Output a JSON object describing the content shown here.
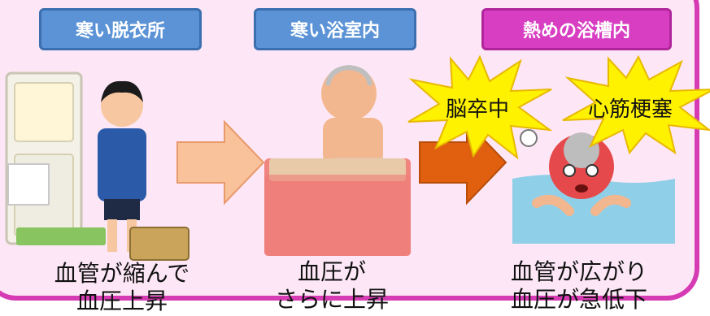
{
  "stages": [
    {
      "label": "寒い脱衣所",
      "caption_lines": [
        "血管が縮んで",
        "血圧上昇"
      ]
    },
    {
      "label": "寒い浴室内",
      "caption_lines": [
        "血圧が",
        "さらに上昇"
      ]
    },
    {
      "label": "熱めの浴槽内",
      "caption_lines": [
        "血管が広がり",
        "血圧が急低下"
      ]
    }
  ],
  "bursts": [
    "脳卒中",
    "心筋梗塞"
  ],
  "colors": {
    "panel_background": "#fde7f6",
    "panel_border": "#d63bb3",
    "label_blue": "#5b93d6",
    "label_pink": "#d83ec2",
    "arrow_light": "#f9c29a",
    "arrow_dark": "#e0600f",
    "burst_yellow": "#fff200"
  }
}
